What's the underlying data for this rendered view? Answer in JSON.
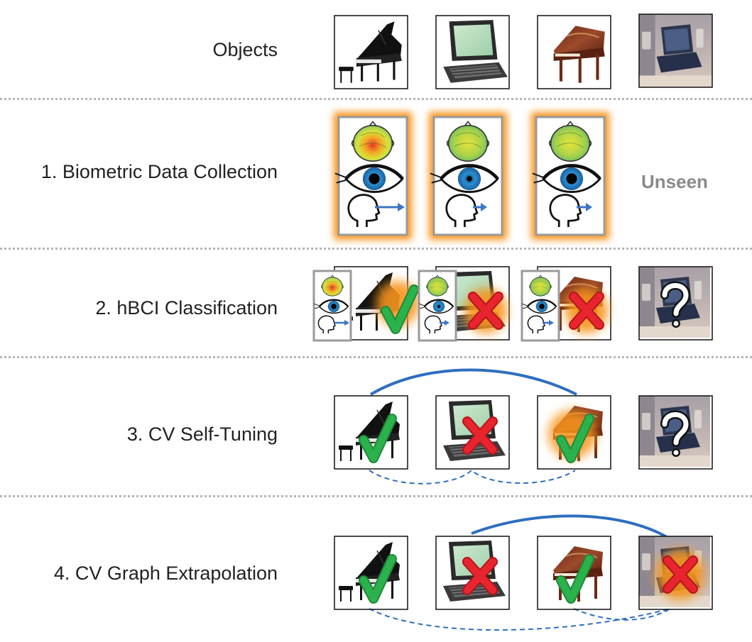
{
  "rows": {
    "objects": "Objects",
    "collection": "1. Biometric Data Collection",
    "classification": "2. hBCI Classification",
    "self_tuning": "3. CV Self-Tuning",
    "extrapolation": "4. CV Graph Extrapolation"
  },
  "unseen_label": "Unseen",
  "objects": [
    {
      "name": "black-grand-piano",
      "kind": "piano"
    },
    {
      "name": "laptop",
      "kind": "laptop"
    },
    {
      "name": "wooden-grand-piano",
      "kind": "piano-wood"
    },
    {
      "name": "laptop-on-desk-photo",
      "kind": "photo"
    }
  ],
  "classification_results": [
    "check",
    "cross",
    "cross",
    "question"
  ],
  "self_tuning_results": [
    "check",
    "cross",
    "check",
    "question"
  ],
  "extrapolation_results": [
    "check",
    "cross",
    "check",
    "cross"
  ],
  "colors": {
    "target_glow": "#f7941d",
    "check": "#2bb24c",
    "cross": "#e8252e",
    "edge": "#2e6fbf",
    "box_border": "#9a9a9a",
    "unseen_text": "#8a8a8a"
  }
}
